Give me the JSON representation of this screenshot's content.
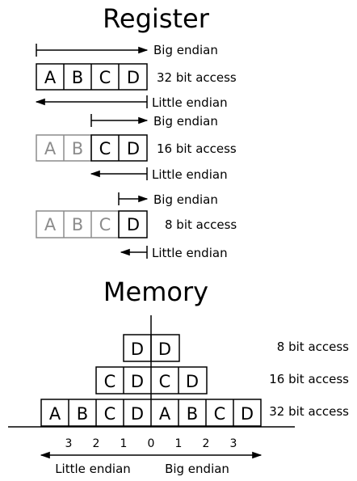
{
  "register": {
    "title": "Register",
    "big_endian": "Big endian",
    "little_endian": "Little endian",
    "rows": [
      {
        "access": "32 bit access",
        "cells": [
          "A",
          "B",
          "C",
          "D"
        ]
      },
      {
        "access": "16 bit access",
        "cells": [
          "A",
          "B",
          "C",
          "D"
        ]
      },
      {
        "access": "8 bit access",
        "cells": [
          "A",
          "B",
          "C",
          "D"
        ]
      }
    ]
  },
  "memory": {
    "title": "Memory",
    "rows": [
      {
        "access": "8 bit access",
        "cells": [
          "D",
          "D"
        ]
      },
      {
        "access": "16 bit access",
        "cells": [
          "C",
          "D",
          "C",
          "D"
        ]
      },
      {
        "access": "32 bit access",
        "cells": [
          "A",
          "B",
          "C",
          "D",
          "A",
          "B",
          "C",
          "D"
        ]
      }
    ],
    "indices": [
      "3",
      "2",
      "1",
      "0",
      "1",
      "2",
      "3"
    ],
    "little_endian": "Little endian",
    "big_endian": "Big endian"
  }
}
